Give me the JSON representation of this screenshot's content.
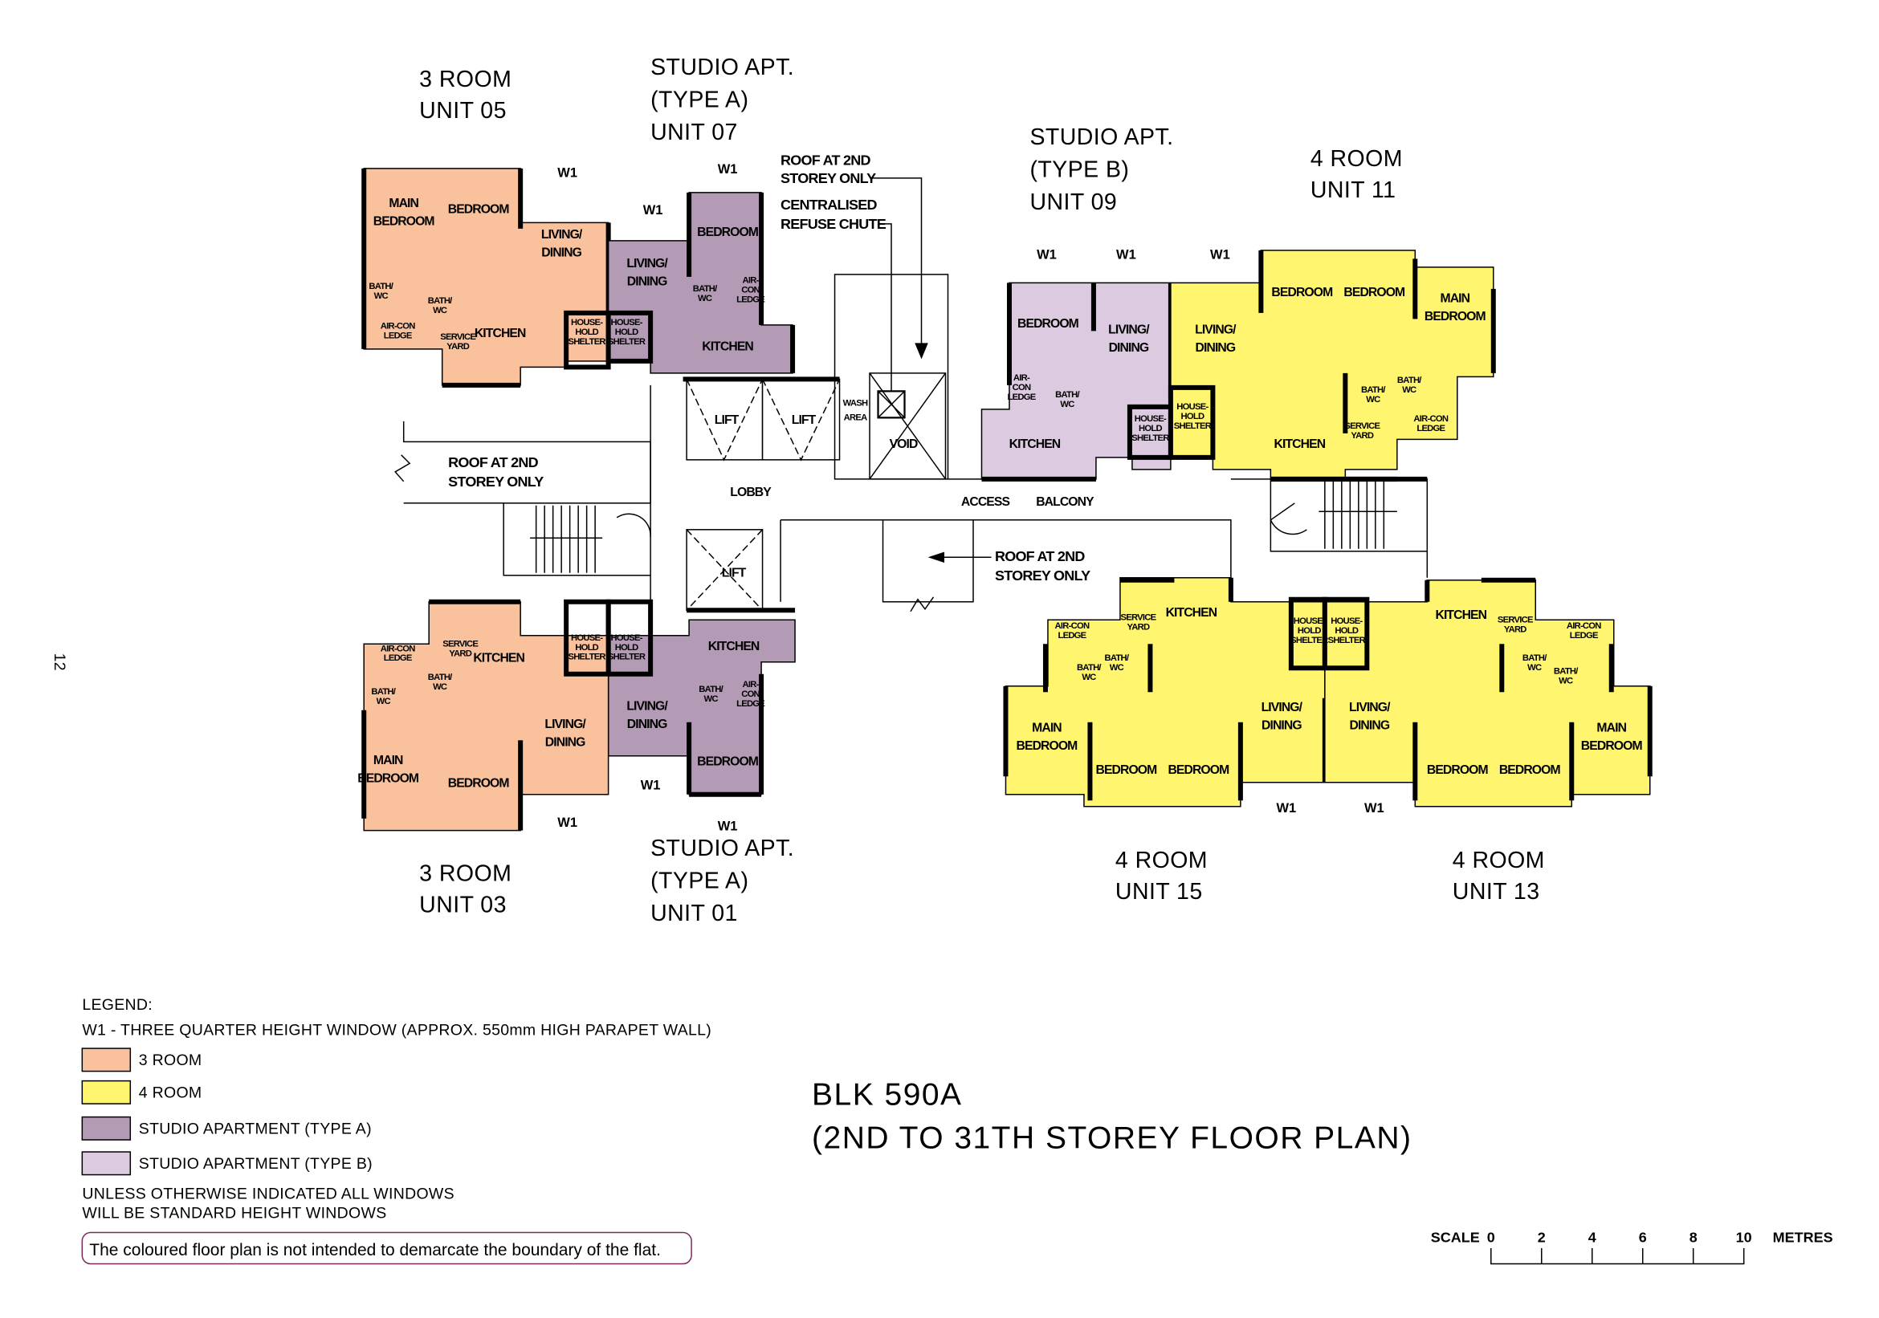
{
  "page_number": "12",
  "title": {
    "line1": "BLK 590A",
    "line2": "(2ND TO 31TH STOREY FLOOR PLAN)"
  },
  "colors": {
    "three_room": "#F9C29C",
    "four_room": "#FFF56E",
    "studio_a": "#B39BB5",
    "studio_b": "#DCCAE0",
    "wall": "#000000"
  },
  "units": [
    {
      "key": "u05",
      "type": "three_room",
      "title": [
        "3 ROOM",
        "UNIT 05"
      ],
      "rooms": [
        [
          "MAIN",
          "BEDROOM"
        ],
        [
          "BEDROOM"
        ],
        [
          "LIVING/",
          "DINING"
        ],
        [
          "BATH/",
          "WC"
        ],
        [
          "BATH/",
          "WC"
        ],
        [
          "KITCHEN"
        ],
        [
          "AIR-CON",
          "LEDGE"
        ],
        [
          "SERVICE",
          "YARD"
        ],
        [
          "HOUSE-",
          "HOLD",
          "SHELTER"
        ]
      ]
    },
    {
      "key": "u07",
      "type": "studio_a",
      "title": [
        "STUDIO APT.",
        "(TYPE A)",
        "UNIT 07"
      ],
      "rooms": [
        [
          "BEDROOM"
        ],
        [
          "LIVING/",
          "DINING"
        ],
        [
          "BATH/",
          "WC"
        ],
        [
          "AIR-",
          "CON",
          "LEDGE"
        ],
        [
          "KITCHEN"
        ],
        [
          "HOUSE-",
          "HOLD",
          "SHELTER"
        ]
      ]
    },
    {
      "key": "u09",
      "type": "studio_b",
      "title": [
        "STUDIO APT.",
        "(TYPE B)",
        "UNIT 09"
      ],
      "rooms": [
        [
          "BEDROOM"
        ],
        [
          "LIVING/",
          "DINING"
        ],
        [
          "AIR-",
          "CON",
          "LEDGE"
        ],
        [
          "BATH/",
          "WC"
        ],
        [
          "KITCHEN"
        ],
        [
          "HOUSE-",
          "HOLD",
          "SHELTER"
        ]
      ]
    },
    {
      "key": "u11",
      "type": "four_room",
      "title": [
        "4 ROOM",
        "UNIT 11"
      ],
      "rooms": [
        [
          "BEDROOM"
        ],
        [
          "BEDROOM"
        ],
        [
          "MAIN",
          "BEDROOM"
        ],
        [
          "LIVING/",
          "DINING"
        ],
        [
          "BATH/",
          "WC"
        ],
        [
          "BATH/",
          "WC"
        ],
        [
          "KITCHEN"
        ],
        [
          "SERVICE",
          "YARD"
        ],
        [
          "AIR-CON",
          "LEDGE"
        ],
        [
          "HOUSE-",
          "HOLD",
          "SHELTER"
        ]
      ]
    },
    {
      "key": "u15",
      "type": "four_room",
      "title": [
        "4 ROOM",
        "UNIT 15"
      ],
      "rooms": [
        [
          "KITCHEN"
        ],
        [
          "SERVICE",
          "YARD"
        ],
        [
          "AIR-CON",
          "LEDGE"
        ],
        [
          "BATH/",
          "WC"
        ],
        [
          "BATH/",
          "WC"
        ],
        [
          "LIVING/",
          "DINING"
        ],
        [
          "MAIN",
          "BEDROOM"
        ],
        [
          "BEDROOM"
        ],
        [
          "BEDROOM"
        ],
        [
          "HOUSE-",
          "HOLD",
          "SHELTER"
        ]
      ]
    },
    {
      "key": "u13",
      "type": "four_room",
      "title": [
        "4 ROOM",
        "UNIT 13"
      ],
      "rooms": [
        [
          "KITCHEN"
        ],
        [
          "SERVICE",
          "YARD"
        ],
        [
          "AIR-CON",
          "LEDGE"
        ],
        [
          "BATH/",
          "WC"
        ],
        [
          "BATH/",
          "WC"
        ],
        [
          "LIVING/",
          "DINING"
        ],
        [
          "MAIN",
          "BEDROOM"
        ],
        [
          "BEDROOM"
        ],
        [
          "BEDROOM"
        ],
        [
          "HOUSE-",
          "HOLD",
          "SHELTER"
        ]
      ]
    },
    {
      "key": "u01",
      "type": "studio_a",
      "title": [
        "STUDIO APT.",
        "(TYPE A)",
        "UNIT 01"
      ],
      "rooms": [
        [
          "KITCHEN"
        ],
        [
          "BATH/",
          "WC"
        ],
        [
          "AIR-",
          "CON",
          "LEDGE"
        ],
        [
          "LIVING/",
          "DINING"
        ],
        [
          "BEDROOM"
        ],
        [
          "HOUSE-",
          "HOLD",
          "SHELTER"
        ]
      ]
    },
    {
      "key": "u03",
      "type": "three_room",
      "title": [
        "3 ROOM",
        "UNIT 03"
      ],
      "rooms": [
        [
          "AIR-CON",
          "LEDGE"
        ],
        [
          "SERVICE",
          "YARD"
        ],
        [
          "KITCHEN"
        ],
        [
          "BATH/",
          "WC"
        ],
        [
          "BATH/",
          "WC"
        ],
        [
          "LIVING/",
          "DINING"
        ],
        [
          "MAIN",
          "BEDROOM"
        ],
        [
          "BEDROOM"
        ],
        [
          "HOUSE-",
          "HOLD",
          "SHELTER"
        ]
      ]
    }
  ],
  "common": {
    "lift": "LIFT",
    "wash_area": [
      "WASH",
      "AREA"
    ],
    "void": "VOID",
    "lobby": "LOBBY",
    "access": "ACCESS",
    "balcony": "BALCONY",
    "window_tag": "W1",
    "roof_note": [
      "ROOF AT 2ND",
      "STOREY ONLY"
    ],
    "refuse_chute": [
      "CENTRALISED",
      "REFUSE CHUTE"
    ]
  },
  "legend": {
    "heading": "LEGEND:",
    "w1": "W1 - THREE QUARTER HEIGHT WINDOW (APPROX. 550mm HIGH PARAPET WALL)",
    "items": [
      {
        "label": "3 ROOM",
        "color": "#F9C29C"
      },
      {
        "label": "4 ROOM",
        "color": "#FFF56E"
      },
      {
        "label": "STUDIO APARTMENT (TYPE A)",
        "color": "#B39BB5"
      },
      {
        "label": "STUDIO APARTMENT (TYPE B)",
        "color": "#DCCAE0"
      }
    ],
    "note": [
      "UNLESS OTHERWISE INDICATED ALL WINDOWS",
      "WILL BE STANDARD HEIGHT WINDOWS"
    ],
    "disclaimer": "The coloured floor plan is not intended to demarcate the boundary of the flat."
  },
  "scale": {
    "label": "SCALE",
    "ticks": [
      "0",
      "2",
      "4",
      "6",
      "8",
      "10"
    ],
    "unit": "METRES"
  }
}
